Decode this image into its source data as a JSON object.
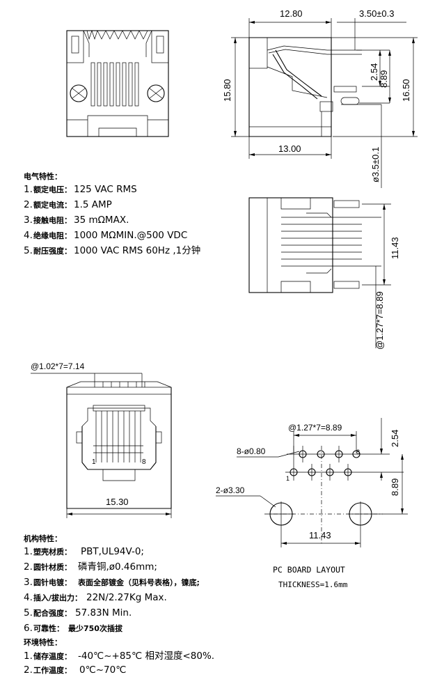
{
  "front_view": {},
  "side_view": {
    "dims": {
      "top_width": "12.80",
      "pin_offset": "3.50±0.3",
      "height_left": "15.80",
      "pitch_small": "2.54",
      "pitch_mid": "8.89",
      "height_total": "16.50",
      "bottom_width": "13.00",
      "peg_dia": "ø3.5±0.1"
    }
  },
  "bottom_view": {
    "dims": {
      "span": "11.43",
      "pitch_total": "@1.27*7=8.89"
    }
  },
  "rear_view": {
    "dims": {
      "contact_pitch": "@1.02*7=7.14",
      "width": "15.30"
    },
    "pin_labels": {
      "first": "1",
      "last": "8"
    }
  },
  "pcb_layout": {
    "dims": {
      "pin_pitch": "@1.27*7=8.89",
      "pin_holes": "8-ø0.80",
      "peg_holes": "2-ø3.30",
      "row_gap": "2.54",
      "peg_offset": "8.89",
      "peg_span": "11.43"
    },
    "pin_labels": {
      "first": "1",
      "last": "8"
    },
    "title": "PC BOARD LAYOUT",
    "thickness": "THICKNESS=1.6mm"
  },
  "electrical_specs": {
    "heading": "电气特性：",
    "items": [
      {
        "num": "1.",
        "label": "额定电压：",
        "value": "125 VAC RMS"
      },
      {
        "num": "2.",
        "label": "额定电流：",
        "value": "1.5 AMP"
      },
      {
        "num": "3.",
        "label": "接触电阻：",
        "value": "35 mΩMAX."
      },
      {
        "num": "4.",
        "label": "绝缘电阻：",
        "value": "1000 MΩMIN.@500 VDC"
      },
      {
        "num": "5.",
        "label": "耐压强度：",
        "value": "1000 VAC RMS 60Hz ,1分钟"
      }
    ]
  },
  "mechanical_specs": {
    "heading": "机构特性：",
    "items": [
      {
        "num": "1.",
        "label": "塑壳材质：",
        "value": "PBT,UL94V-0;"
      },
      {
        "num": "2.",
        "label": "圆针材质：",
        "value": "磷青铜,ø0.46mm;"
      },
      {
        "num": "3.",
        "label": "圆针电镀：",
        "value": "表面全部镀金（见料号表格），镍底;"
      },
      {
        "num": "4.",
        "label": "插入/拔出力：",
        "value": "22N/2.27Kg Max."
      },
      {
        "num": "5.",
        "label": "配合强度：",
        "value": "57.83N Min."
      },
      {
        "num": "6.",
        "label": "可靠性：",
        "value": "最少750次插拔"
      }
    ]
  },
  "environment_specs": {
    "heading": "环境特性：",
    "items": [
      {
        "num": "1.",
        "label": "储存温度：",
        "value": "-40℃~+85℃ 相对湿度<80%."
      },
      {
        "num": "2.",
        "label": "工作温度：",
        "value": "0℃~70℃"
      }
    ]
  }
}
